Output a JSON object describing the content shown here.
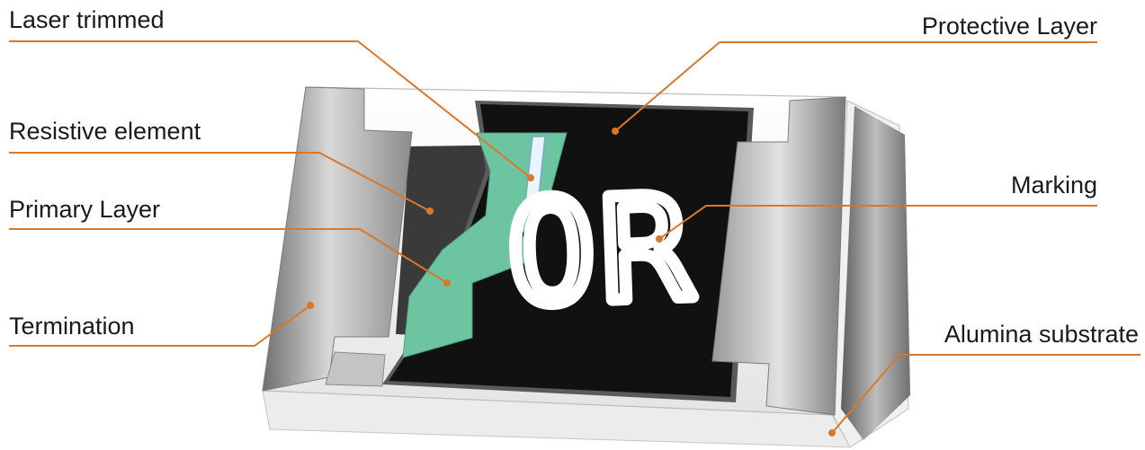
{
  "labels": {
    "laser_trimmed": "Laser trimmed",
    "resistive_element": "Resistive element",
    "primary_layer": "Primary Layer",
    "termination": "Termination",
    "protective_layer": "Protective Layer",
    "marking": "Marking",
    "alumina_substrate": "Alumina substrate"
  },
  "marking_text": "0R",
  "colors": {
    "leader": "#d9782a",
    "protective_layer": "#111111",
    "primary_layer": "#6cc4a0",
    "resistive_element": "#3a3a3a",
    "termination": "#a9a9a9",
    "substrate": "#f7f7f7",
    "marking": "#ffffff"
  }
}
